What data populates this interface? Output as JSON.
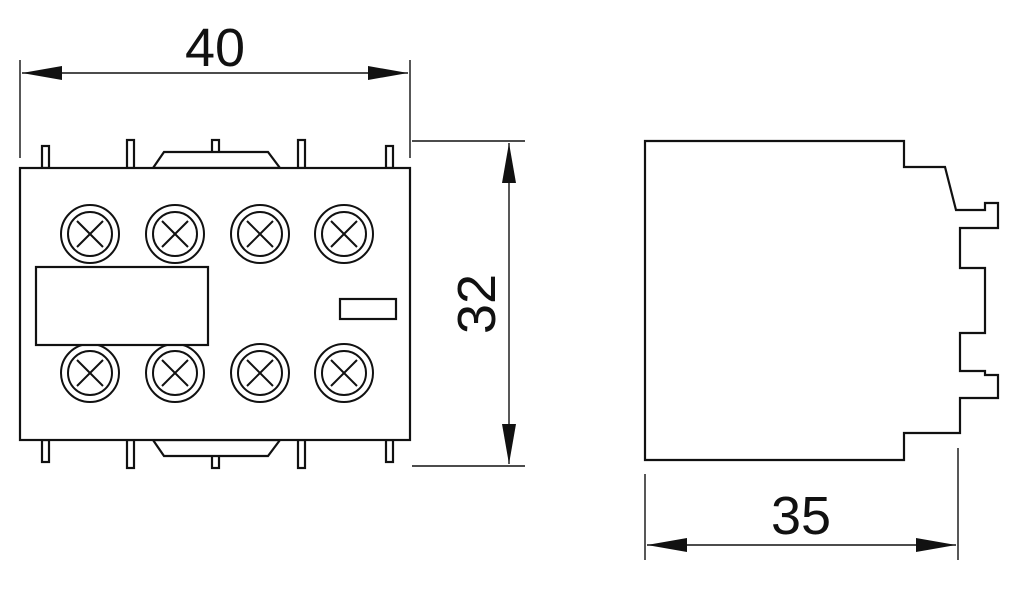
{
  "diagram": {
    "front_view": {
      "width_label": "40",
      "height_label": "32"
    },
    "side_view": {
      "depth_label": "35"
    },
    "colors": {
      "line": "#111111",
      "background": "#ffffff"
    }
  }
}
